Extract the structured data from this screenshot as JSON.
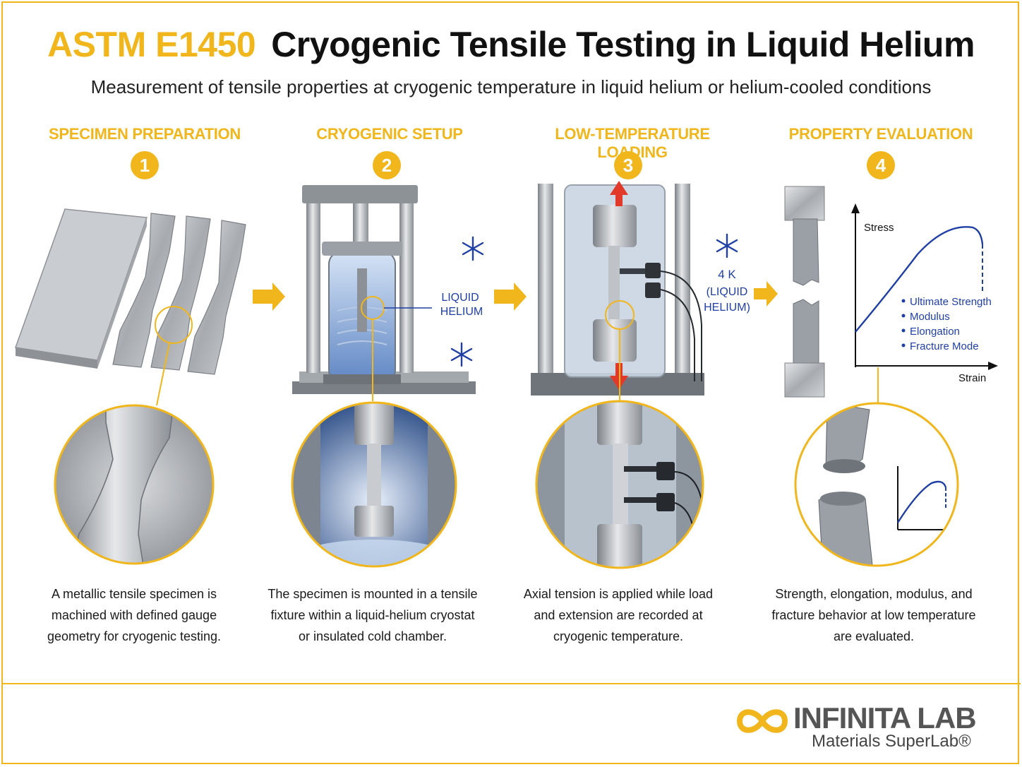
{
  "title": {
    "standard": "ASTM E1450",
    "main": "Cryogenic Tensile Testing in Liquid Helium"
  },
  "subtitle": "Measurement of tensile properties at cryogenic temperature in liquid helium or helium-cooled conditions",
  "steps": [
    {
      "number": "1",
      "heading": "SPECIMEN PREPARATION",
      "caption": "A metallic tensile specimen is machined with defined gauge geometry for cryogenic testing."
    },
    {
      "number": "2",
      "heading": "CRYOGENIC SETUP",
      "caption": "The specimen is mounted in a tensile fixture within a liquid-helium cryostat or insulated cold chamber."
    },
    {
      "number": "3",
      "heading": "LOW-TEMPERATURE LOADING",
      "caption": "Axial tension is applied while load and extension are recorded at cryogenic temperature."
    },
    {
      "number": "4",
      "heading": "PROPERTY EVALUATION",
      "caption": "Strength, elongation, modulus, and fracture behavior at low temperature are evaluated."
    }
  ],
  "labels": {
    "liquid_helium_1": "LIQUID",
    "liquid_helium_2": "HELIUM",
    "temp_1": "4 K",
    "temp_2": "(LIQUID",
    "temp_3": "HELIUM)"
  },
  "graph": {
    "y_axis": "Stress",
    "x_axis": "Strain",
    "bullets": [
      "Ultimate Strength",
      "Modulus",
      "Elongation",
      "Fracture Mode"
    ]
  },
  "logo": {
    "name": "INFINITA LAB",
    "tagline": "Materials SuperLab®"
  },
  "colors": {
    "accent": "#f0b61c",
    "blue": "#1f3fa6",
    "arrow_red": "#e23a2a",
    "metal": "#9aa0a6"
  },
  "icons": {
    "snowflake": "snowflake-icon",
    "flow_arrow": "arrow-right-icon",
    "logo": "infinity-icon"
  }
}
